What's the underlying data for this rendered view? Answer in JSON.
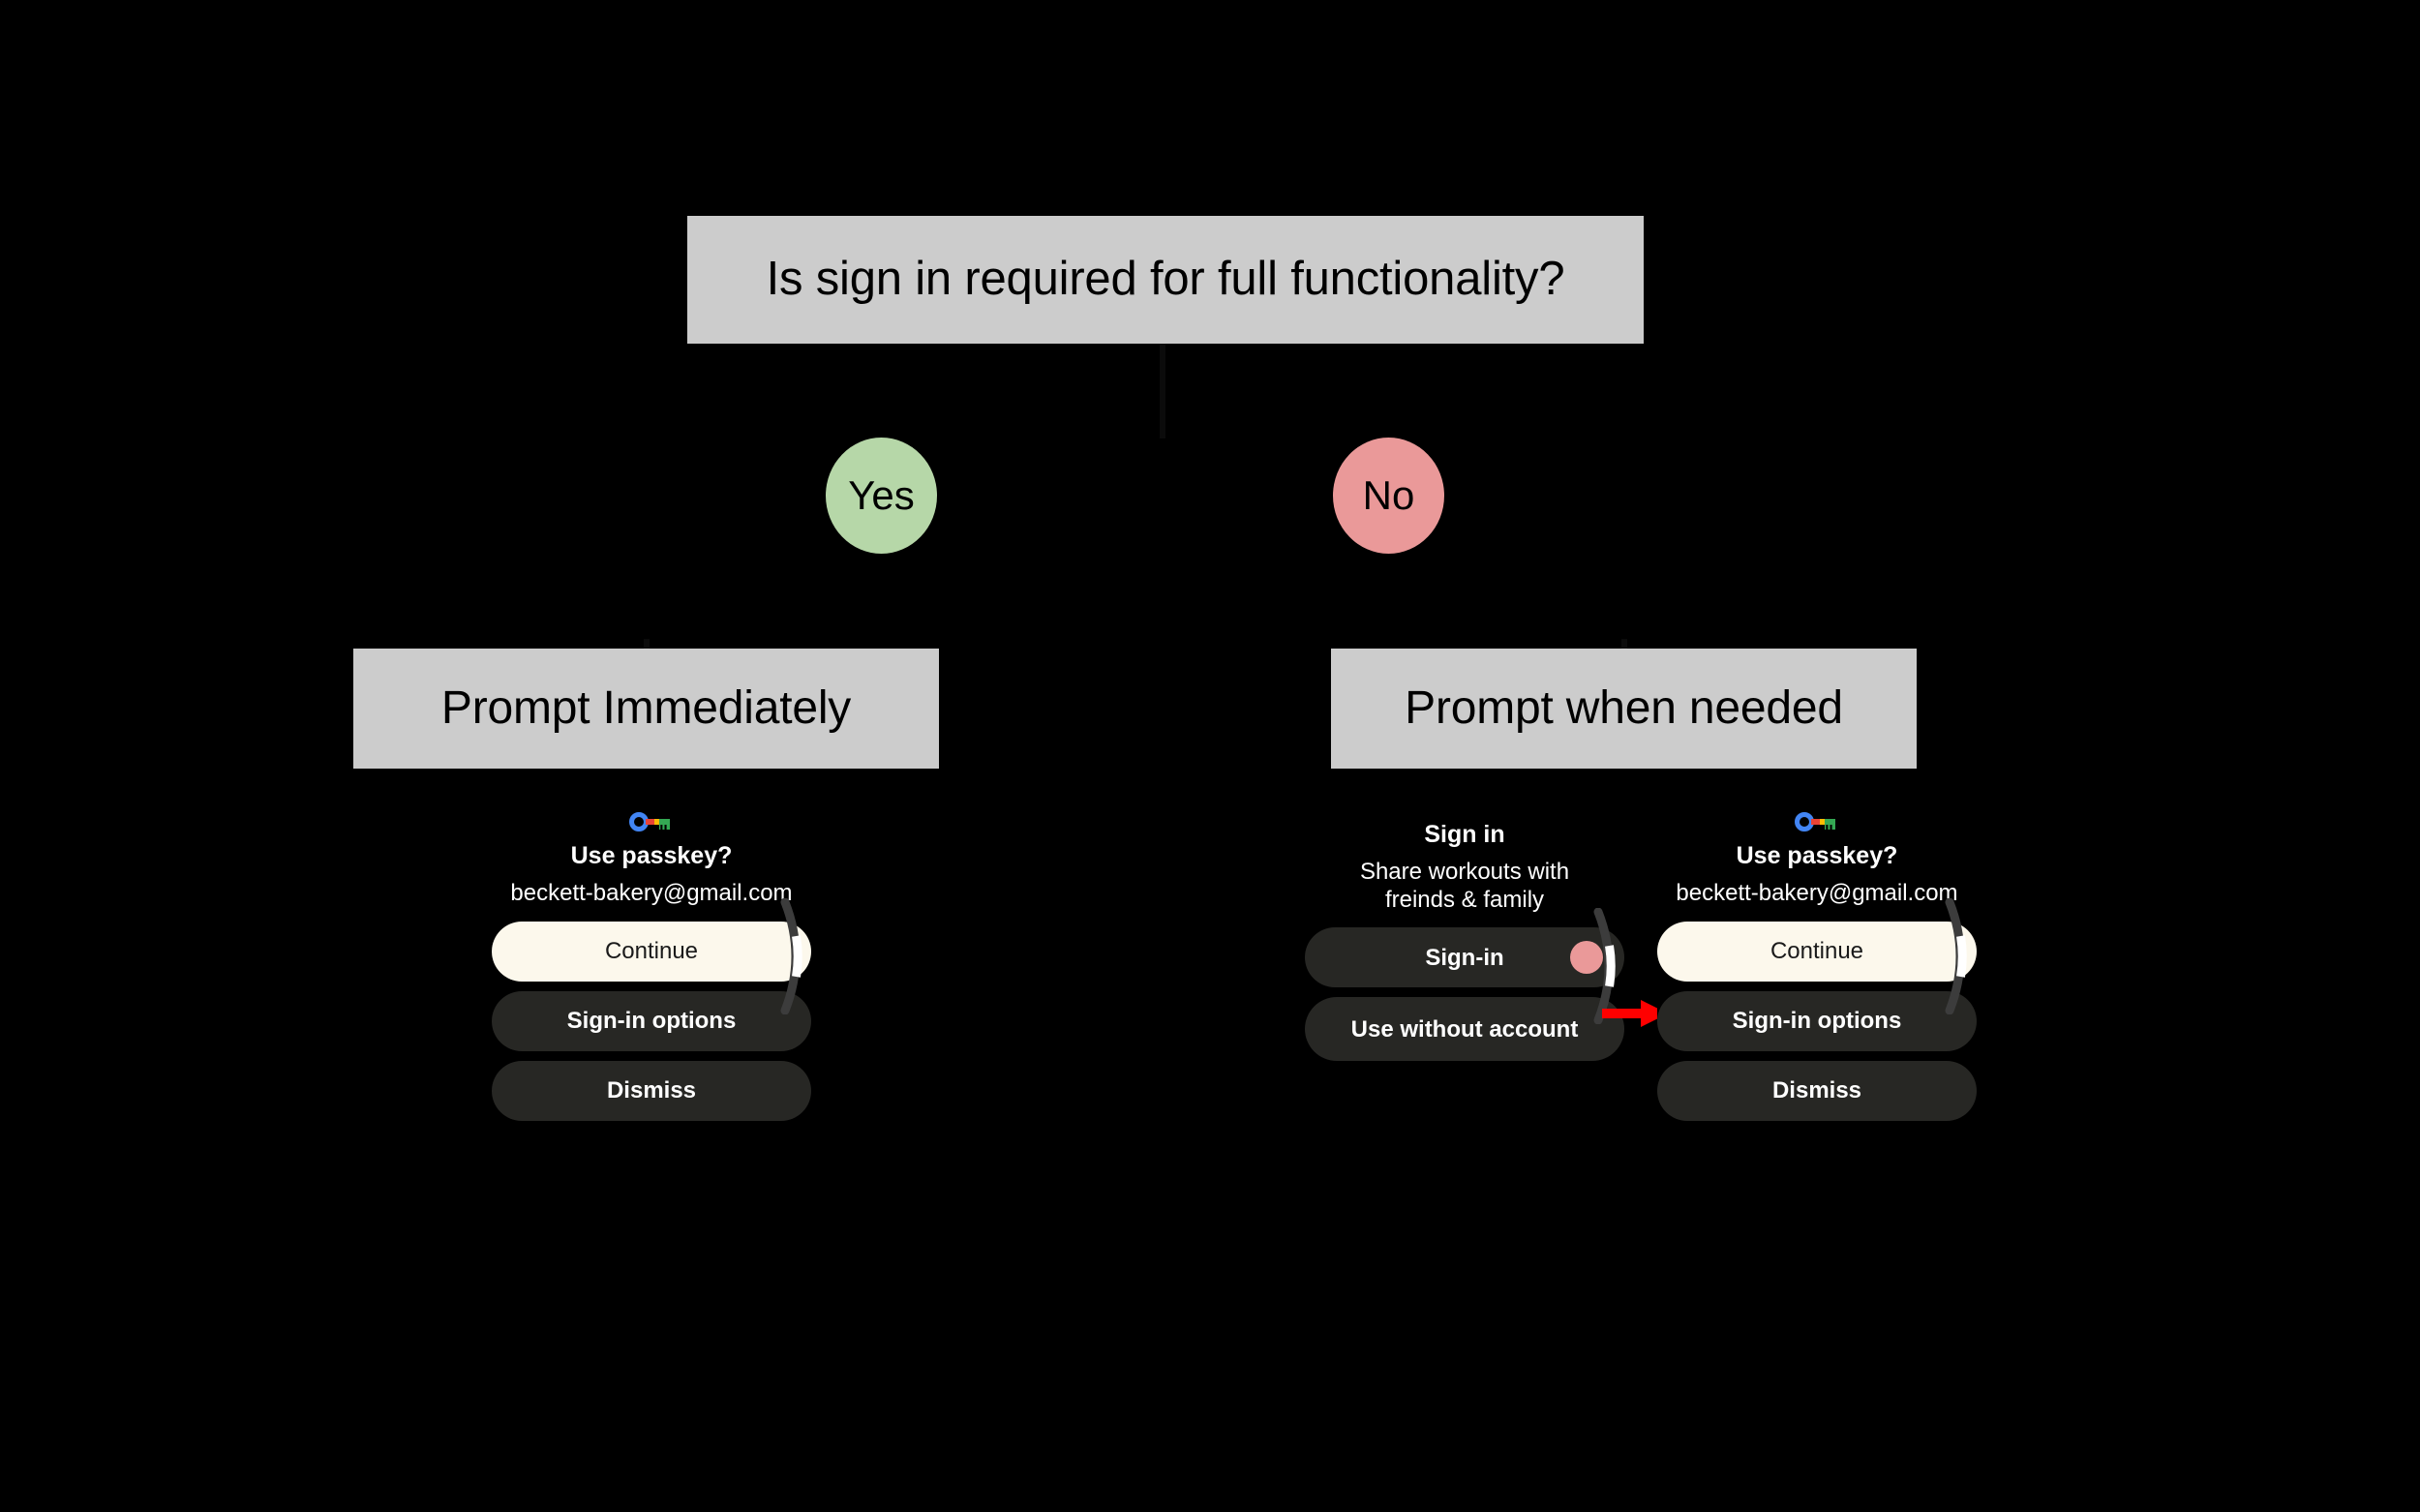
{
  "diagram": {
    "type": "decision-tree",
    "background_color": "#000000",
    "root": {
      "label": "Is sign in required for full functionality?"
    },
    "branches": [
      {
        "answer": "Yes",
        "color": "#b6d7a8",
        "outcome": "Prompt Immediately"
      },
      {
        "answer": "No",
        "color": "#ea9999",
        "outcome": "Prompt when needed"
      }
    ],
    "box_color": "#cccccc",
    "annotation": {
      "arrow_color": "#ff0000",
      "arrow_name": "red-arrow-to-continue"
    }
  },
  "mockups": {
    "passkey_left": {
      "icon": "google-passkey-icon",
      "title": "Use passkey?",
      "account": "beckett-bakery@gmail.com",
      "buttons": [
        {
          "label": "Continue",
          "style": "primary"
        },
        {
          "label": "Sign-in options",
          "style": "secondary"
        },
        {
          "label": "Dismiss",
          "style": "secondary"
        }
      ]
    },
    "signin": {
      "title": "Sign in",
      "subtitle": "Share workouts with freinds & family",
      "buttons": [
        {
          "label": "Sign-in",
          "style": "secondary",
          "dot_color": "#ea9999"
        },
        {
          "label": "Use without account",
          "style": "secondary"
        }
      ]
    },
    "passkey_right": {
      "icon": "google-passkey-icon",
      "title": "Use passkey?",
      "account": "beckett-bakery@gmail.com",
      "buttons": [
        {
          "label": "Continue",
          "style": "primary"
        },
        {
          "label": "Sign-in options",
          "style": "secondary"
        },
        {
          "label": "Dismiss",
          "style": "secondary"
        }
      ]
    }
  },
  "colors": {
    "surface_dark": "#272724",
    "primary_button": "#fcf8ec",
    "text_on_dark": "#ffffff",
    "passkey_blue": "#4285f4",
    "passkey_red": "#ea4335",
    "passkey_yellow": "#fbbc04",
    "passkey_green": "#34a853"
  }
}
